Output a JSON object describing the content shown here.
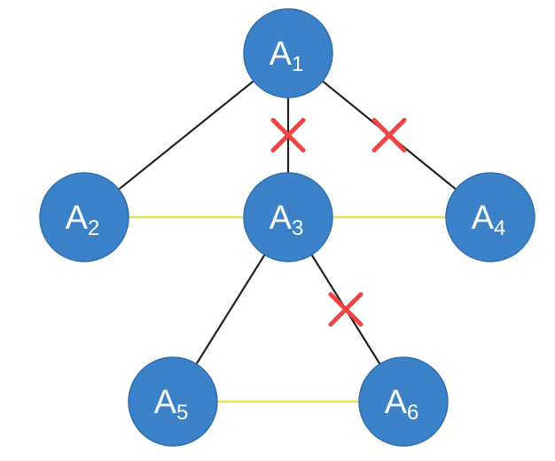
{
  "diagram": {
    "colors": {
      "node_fill": "#3b82c8",
      "node_stroke": "#2f6fae",
      "edge_black": "#222222",
      "edge_yellow": "#e3e35a",
      "cut_mark": "#ef4444",
      "label": "#ffffff"
    },
    "nodes": [
      {
        "id": "A1",
        "letter": "A",
        "subscript": "1"
      },
      {
        "id": "A2",
        "letter": "A",
        "subscript": "2"
      },
      {
        "id": "A3",
        "letter": "A",
        "subscript": "3"
      },
      {
        "id": "A4",
        "letter": "A",
        "subscript": "4"
      },
      {
        "id": "A5",
        "letter": "A",
        "subscript": "5"
      },
      {
        "id": "A6",
        "letter": "A",
        "subscript": "6"
      }
    ],
    "edges": [
      {
        "from": "A1",
        "to": "A2",
        "color": "black",
        "cut": false
      },
      {
        "from": "A1",
        "to": "A3",
        "color": "black",
        "cut": true
      },
      {
        "from": "A1",
        "to": "A4",
        "color": "black",
        "cut": true
      },
      {
        "from": "A2",
        "to": "A3",
        "color": "yellow",
        "cut": false
      },
      {
        "from": "A3",
        "to": "A4",
        "color": "yellow",
        "cut": false
      },
      {
        "from": "A3",
        "to": "A5",
        "color": "black",
        "cut": false
      },
      {
        "from": "A3",
        "to": "A6",
        "color": "black",
        "cut": true
      },
      {
        "from": "A5",
        "to": "A6",
        "color": "yellow",
        "cut": false
      }
    ]
  }
}
